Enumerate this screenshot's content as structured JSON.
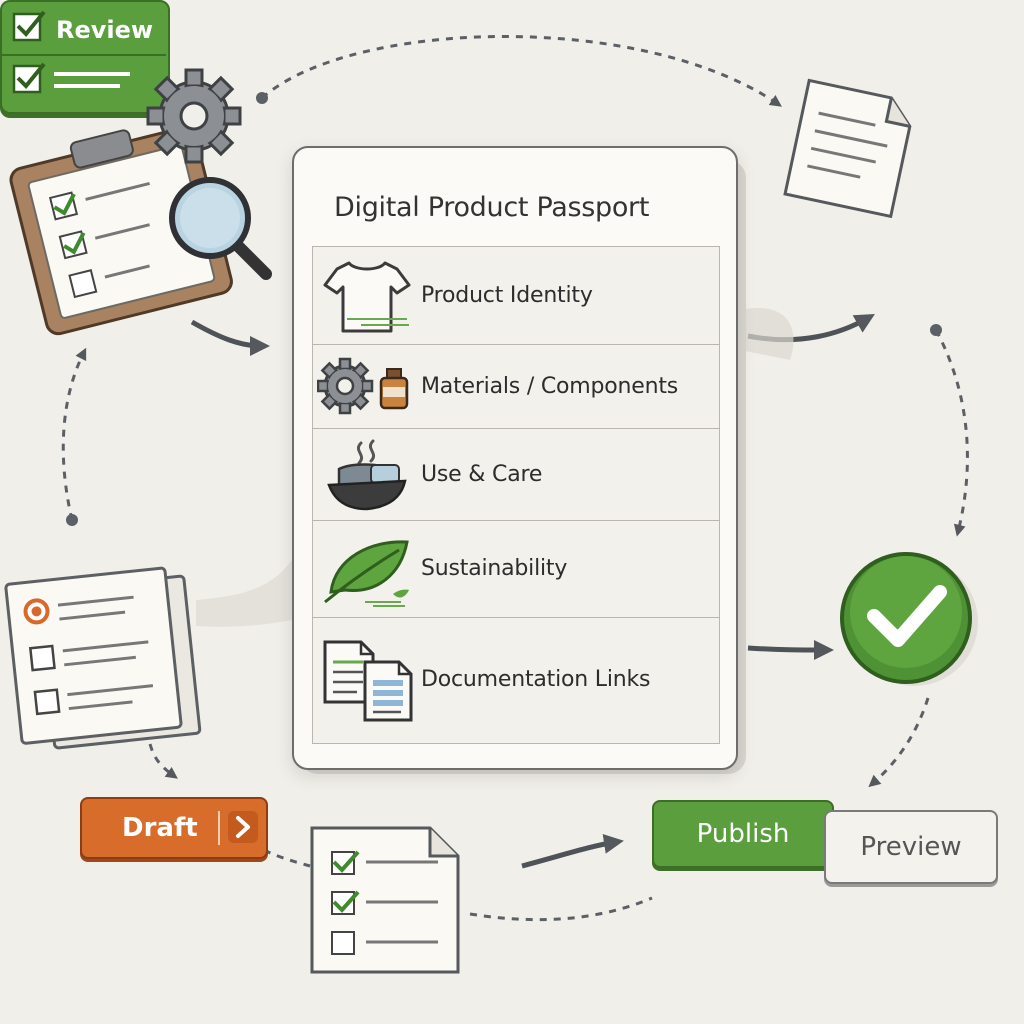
{
  "passport": {
    "title": "Digital Product Passport",
    "sections": [
      {
        "label": "Product Identity",
        "icon": "tshirt-icon"
      },
      {
        "label": "Materials / Components",
        "icon": "gear-bottle-icon"
      },
      {
        "label": "Use & Care",
        "icon": "washing-icon"
      },
      {
        "label": "Sustainability",
        "icon": "leaf-icon"
      },
      {
        "label": "Documentation Links",
        "icon": "documents-icon"
      }
    ]
  },
  "workflow": {
    "draft_label": "Draft",
    "review_label": "Review",
    "publish_label": "Publish",
    "preview_label": "Preview"
  },
  "colors": {
    "accent_green": "#5a9e3e",
    "accent_orange": "#d86c2b",
    "background": "#f1efe9",
    "arrow_gray": "#55595e"
  },
  "icons": [
    "clipboard-icon",
    "gear-icon",
    "magnifier-icon",
    "document-icon",
    "checklist-icon",
    "check-circle-icon",
    "form-icon"
  ]
}
